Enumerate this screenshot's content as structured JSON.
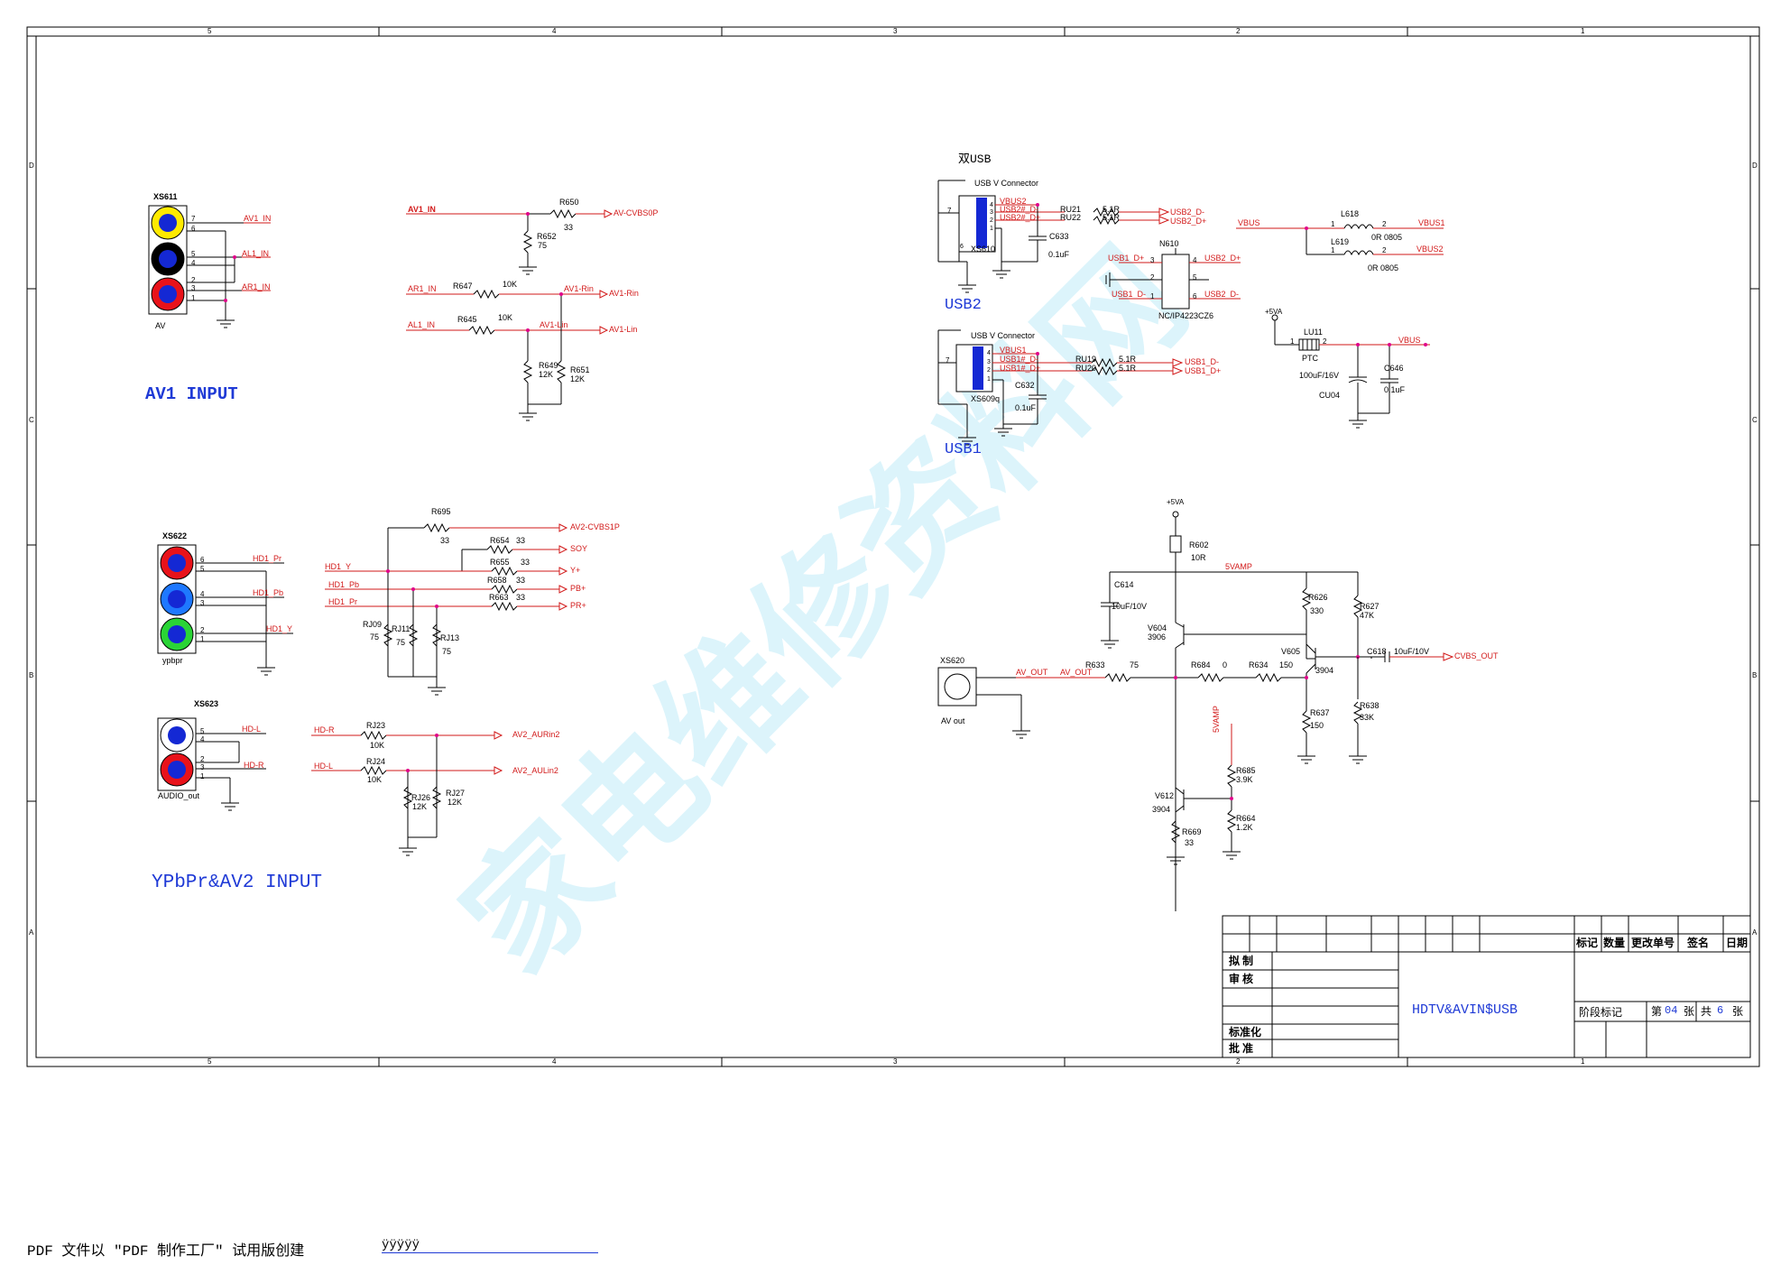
{
  "watermark": "家电维修资料网",
  "border": {
    "col_top": [
      "5",
      "4",
      "3",
      "2",
      "1"
    ],
    "col_bottom": [
      "5",
      "4",
      "3",
      "2",
      "1"
    ],
    "row_left": [
      "D",
      "C",
      "B",
      "A"
    ],
    "row_right": [
      "D",
      "C",
      "B",
      "A"
    ]
  },
  "av1": {
    "connector": "XS611",
    "connector_caption": "AV",
    "pins": [
      "7",
      "6",
      "5",
      "4",
      "2",
      "3",
      "1"
    ],
    "nets": [
      "AV1_IN",
      "AL1_IN",
      "AR1_IN"
    ],
    "section_title": "AV1 INPUT",
    "colors": {
      "yellow": "#ffea00",
      "black": "#000000",
      "red": "#e8121a",
      "center": "#1428d4"
    }
  },
  "av1_filter": {
    "in_net": "AV1_IN",
    "r650": "R650",
    "r650_val": "33",
    "out_net": "AV-CVBS0P",
    "r652": "R652",
    "r652_val": "75",
    "ar_net": "AR1_IN",
    "r647": "R647",
    "r647_val": "10K",
    "rin_net": "AV1-Rin",
    "rin_out": "AV1-Rin",
    "al_net": "AL1_IN",
    "r645": "R645",
    "r645_val": "10K",
    "lin_net": "AV1-Lin",
    "lin_out": "AV1-Lin",
    "r649": "R649",
    "r649_val": "12K",
    "r651": "R651",
    "r651_val": "12K"
  },
  "ypbpr": {
    "connector": "XS622",
    "caption": "ypbpr",
    "pins": [
      "6",
      "5",
      "4",
      "3",
      "2",
      "1"
    ],
    "nets": [
      "HD1_Pr",
      "HD1_Pb",
      "HD1_Y"
    ],
    "colors": {
      "red": "#e8121a",
      "blue": "#1e78ff",
      "green": "#2ad436"
    }
  },
  "ypbpr_filter": {
    "r695": "R695",
    "r695_val": "33",
    "av2_net": "AV2-CVBS1P",
    "r654": "R654",
    "r654_val": "33",
    "soy": "SOY",
    "hd1y": "HD1_Y",
    "r655": "R655",
    "r655_val": "33",
    "y": "Y+",
    "hd1pb": "HD1_Pb",
    "r658": "R658",
    "r658_val": "33",
    "pb": "PB+",
    "hd1pr": "HD1_Pr",
    "r663": "R663",
    "r663_val": "33",
    "pr": "PR+",
    "rj09": "RJ09",
    "rj09_val": "75",
    "rj11": "RJ11",
    "rj11_val": "75",
    "rj13": "RJ13",
    "rj13_val": "75"
  },
  "audio": {
    "connector": "XS623",
    "caption": "AUDIO_out",
    "pins": [
      "5",
      "4",
      "2",
      "3",
      "1"
    ],
    "nets": [
      "HD-L",
      "HD-R"
    ],
    "hdr": "HD-R",
    "rj23": "RJ23",
    "rj23_val": "10K",
    "aur": "AV2_AURin2",
    "hdl": "HD-L",
    "rj24": "RJ24",
    "rj24_val": "10K",
    "aul": "AV2_AULin2",
    "rj26": "RJ26",
    "rj26_val": "12K",
    "rj27": "RJ27",
    "rj27_val": "12K",
    "section_title": "YPbPr&AV2 INPUT"
  },
  "usb": {
    "title": "双USB",
    "usb2_conn_title": "USB V Connector",
    "usb2_conn": "XS610",
    "usb2_label": "USB2",
    "usb2_pins": [
      "7",
      "4",
      "3",
      "2",
      "1",
      "6"
    ],
    "usb2_nets": [
      "VBUS2",
      "USB2#_D-",
      "USB2#_D+"
    ],
    "ru21": "RU21",
    "ru22": "RU22",
    "ru_val": "5.1R",
    "usb2_out": [
      "USB2_D-",
      "USB2_D+"
    ],
    "c633": "C633",
    "c633_val": "0.1uF",
    "n610": "N610",
    "n610_part": "NC/IP4223CZ6",
    "n610_pins": [
      "3",
      "2",
      "1",
      "4",
      "5",
      "6"
    ],
    "n610_nets": [
      "USB1_D+",
      "USB1_D-",
      "USB2_D+",
      "USB2_D-"
    ],
    "usb1_conn_title": "USB V Connector",
    "usb1_conn": "XS609q",
    "usb1_label": "USB1",
    "usb1_pins": [
      "7",
      "4",
      "3",
      "2",
      "1"
    ],
    "usb1_nets": [
      "VBUS1",
      "USB1#_D-",
      "USB1#_D+"
    ],
    "ru19": "RU19",
    "ru20": "RU20",
    "usb1_out": [
      "USB1_D-",
      "USB1_D+"
    ],
    "c632": "C632",
    "c632_val": "0.1uF",
    "vbus": "VBUS",
    "l618": "L618",
    "l619": "L619",
    "l_val": "0R 0805",
    "vbus1": "VBUS1",
    "vbus2": "VBUS2",
    "p5va": "+5VA",
    "lu11": "LU11",
    "ptc": "PTC",
    "vbus_out": "VBUS",
    "cu04": "CU04",
    "cu04_val": "100uF/16V",
    "c646": "C646",
    "c646_val": "0.1uF",
    "pin1": "1",
    "pin2": "2"
  },
  "avout": {
    "p5va": "+5VA",
    "r602": "R602",
    "r602_val": "10R",
    "vamp": "5VAMP",
    "c614": "C614",
    "c614_val": "10uF/10V",
    "v604": "V604",
    "v604_part": "3906",
    "r626": "R626",
    "r626_val": "330",
    "r627": "R627",
    "r627_val": "47K",
    "xs620": "XS620",
    "xs620_caption": "AV out",
    "av_out1": "AV_OUT",
    "av_out2": "AV_OUT",
    "r633": "R633",
    "r633_val": "75",
    "r684": "R684",
    "r684_val": "0",
    "r634": "R634",
    "r634_val": "150",
    "v605": "V605",
    "v605_part": "3904",
    "c618": "C618",
    "c618_val": "10uF/10V",
    "cvbs_out": "CVBS_OUT",
    "r637": "R637",
    "r637_val": "150",
    "r638": "R638",
    "r638_val": "33K",
    "vamp2": "5VAMP",
    "r685": "R685",
    "r685_val": "3.9K",
    "v612": "V612",
    "v612_part": "3904",
    "r664": "R664",
    "r664_val": "1.2K",
    "r669": "R669",
    "r669_val": "33"
  },
  "titleblock": {
    "headers": [
      "标记",
      "数量",
      "更改单号",
      "签名",
      "日期"
    ],
    "rows": [
      "拟 制",
      "审 核",
      "标准化",
      "批 准"
    ],
    "title": "HDTV&AVIN$USB",
    "stage": "阶段标记",
    "sheet_pre": "第",
    "sheet_no": "04",
    "sheet_mid": "张",
    "total_pre": "共",
    "total_no": "6",
    "total_post": "张"
  },
  "footer": {
    "text": "PDF 文件以 \"PDF 制作工厂\" 试用版创建",
    "link": "ÿÿÿÿÿ"
  }
}
